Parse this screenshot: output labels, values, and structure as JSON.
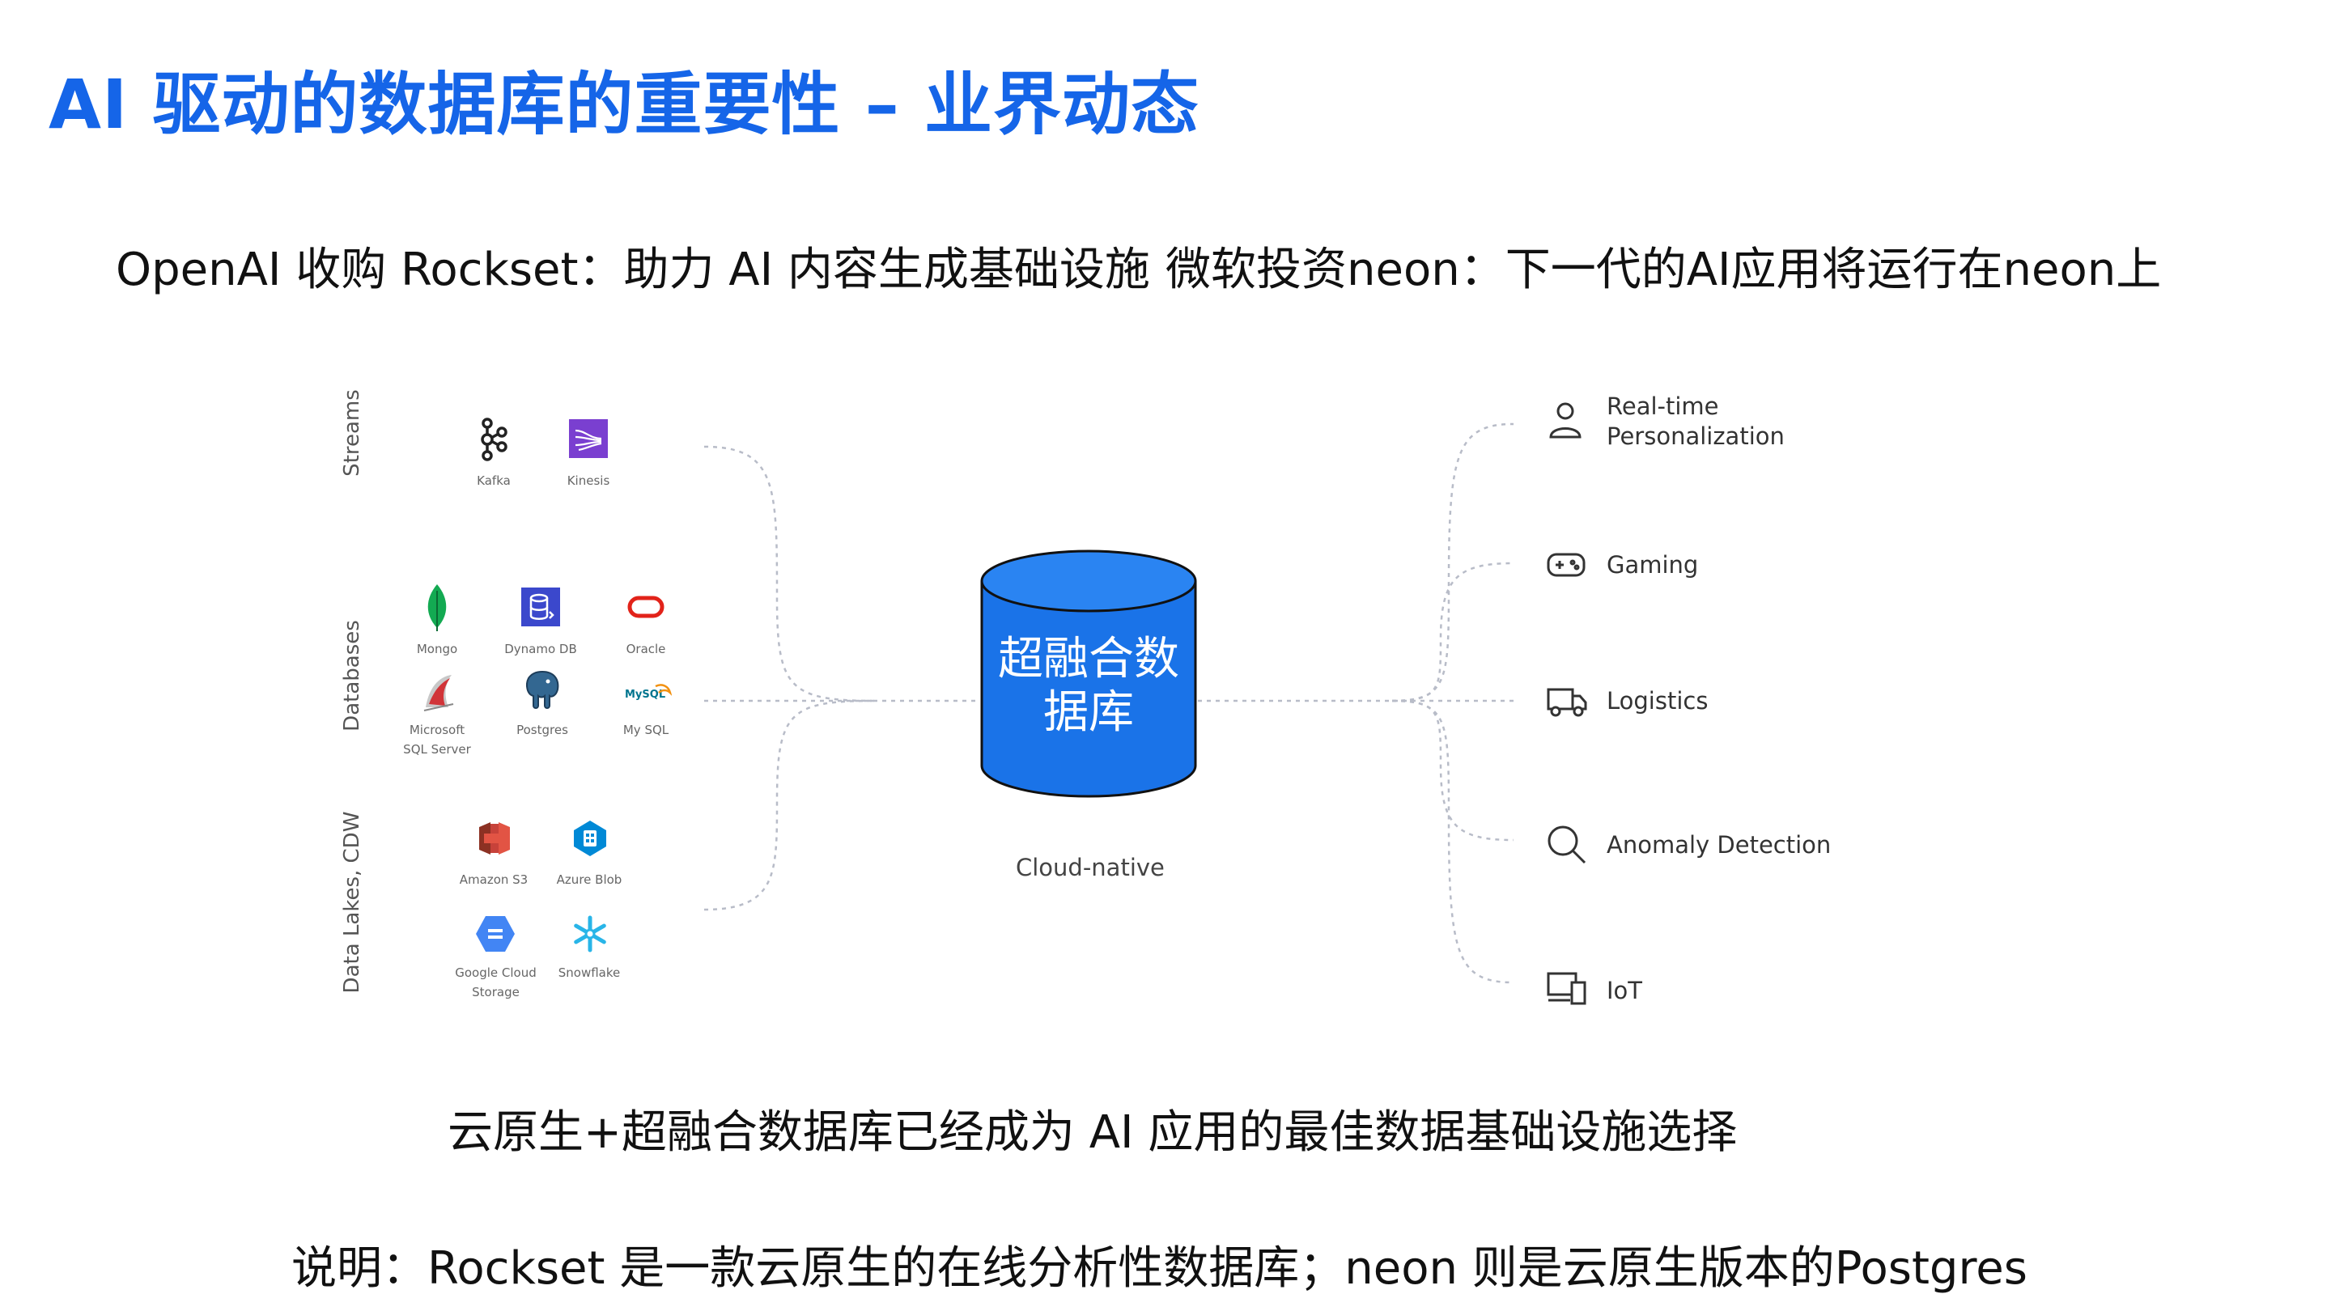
{
  "title": "AI 驱动的数据库的重要性 – 业界动态",
  "headlines": {
    "left": "OpenAI 收购 Rockset：助力 AI 内容生成基础设施",
    "right": "微软投资neon：下一代的AI应用将运行在neon上"
  },
  "diagram": {
    "categories": {
      "streams": "Streams",
      "databases": "Databases",
      "lakes": "Data Lakes, CDW"
    },
    "sources": {
      "kafka": "Kafka",
      "kinesis": "Kinesis",
      "mongo": "Mongo",
      "dynamo": "Dynamo DB",
      "oracle": "Oracle",
      "mssql": "Microsoft\nSQL Server",
      "postgres": "Postgres",
      "mysql": "My SQL",
      "mysql_logo": "MySQL",
      "s3": "Amazon S3",
      "azure": "Azure Blob",
      "gcs": "Google Cloud\nStorage",
      "snowflake": "Snowflake"
    },
    "center": {
      "label": "超融合数\n据库",
      "caption": "Cloud-native",
      "color": "#1a73e8"
    },
    "use_cases": {
      "realtime": "Real-time\nPersonalization",
      "gaming": "Gaming",
      "logistics": "Logistics",
      "anomaly": "Anomaly Detection",
      "iot": "IoT"
    }
  },
  "conclusion": "云原生+超融合数据库已经成为 AI 应用的最佳数据基础设施选择",
  "note": "说明：Rockset 是一款云原生的在线分析性数据库；neon 则是云原生版本的Postgres",
  "colors": {
    "title": "#1565e8",
    "cylinder": "#1a73e8",
    "dotted_line": "#b8bcc8"
  }
}
